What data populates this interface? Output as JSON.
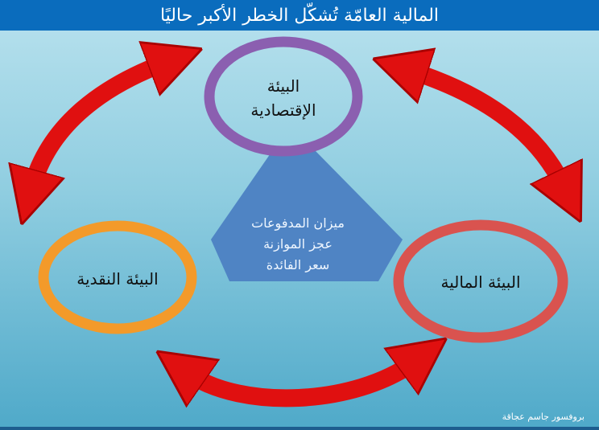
{
  "title": "المالية العامّة تُشكّل الخطر الأكبر حاليًا",
  "nodes": {
    "economic": {
      "line1": "البيئة",
      "line2": "الإقتصادية"
    },
    "monetary": "البيئة النقدية",
    "financial": "البيئة المالية"
  },
  "center": [
    "ميزان المدفوعات",
    "عجز الموازنة",
    "سعر الفائدة"
  ],
  "author": "بروفسور جاسم عجاقة",
  "colors": {
    "title_bar": "#0a6cbd",
    "arrow": "#e01010",
    "economic": "#8b5fb0",
    "monetary": "#f39a2a",
    "financial": "#d9534f",
    "center": "#4f84c4"
  }
}
